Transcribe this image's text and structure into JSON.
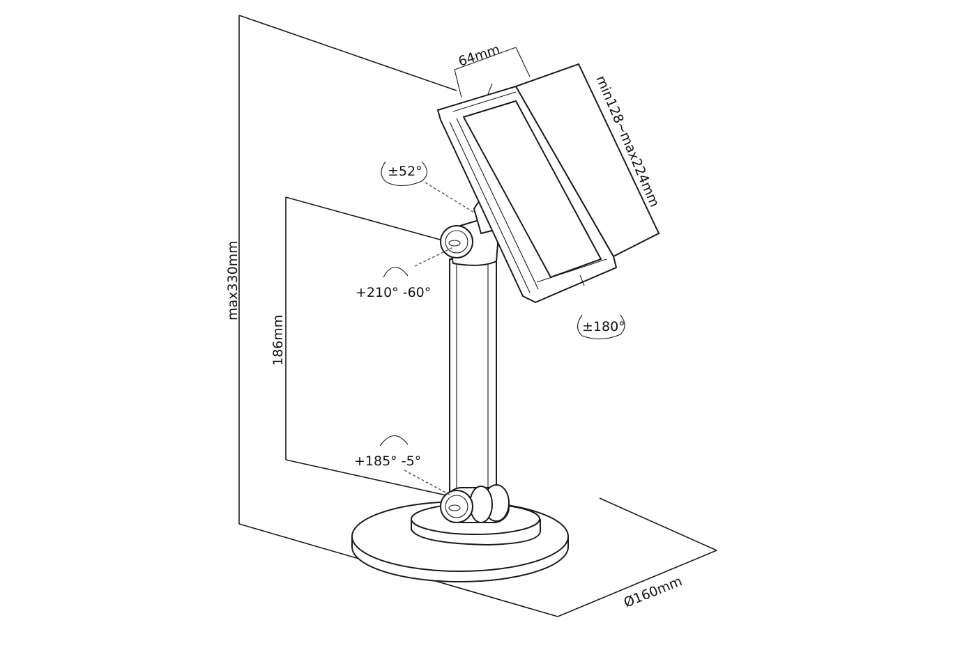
{
  "title": "Tablet stand dimension diagram",
  "dimensions": {
    "total_height": "max330mm",
    "pole_height": "186mm",
    "base_diameter": "Ø160mm",
    "holder_depth": "64mm",
    "holder_range": "min128~max224mm"
  },
  "rotations": {
    "holder_swivel": "±52°",
    "upper_joint_tilt": "+210° -60°",
    "holder_rotation": "±180°",
    "lower_joint_tilt": "+185° -5°"
  }
}
